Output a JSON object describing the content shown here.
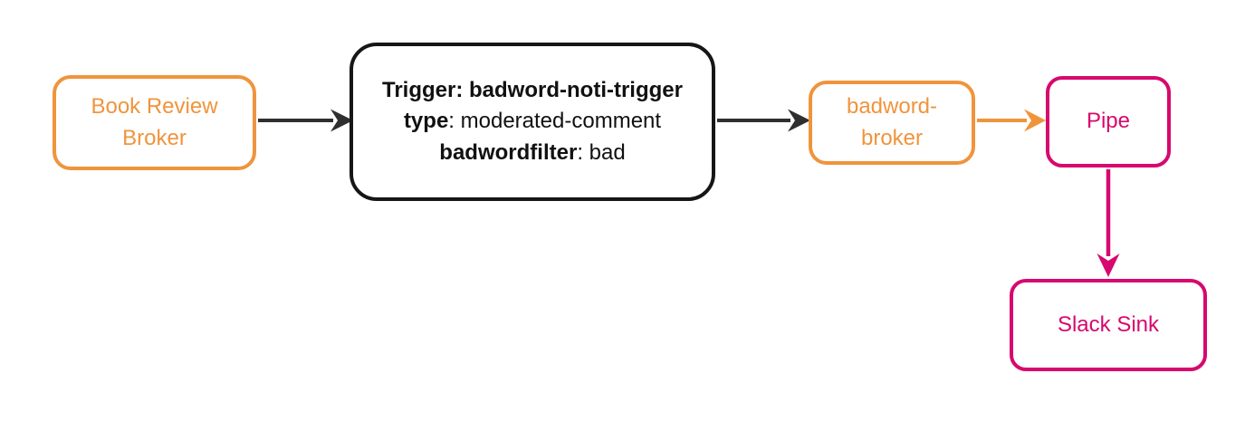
{
  "diagram": {
    "type": "flow-diagram",
    "background": "#FFFFFF",
    "colors": {
      "node_orange": "#F0943C",
      "node_pink": "#D7086E",
      "node_black": "#161616",
      "edge_black": "#2F2F2F",
      "text_black": "#111111",
      "bg": "#FFFFFF"
    },
    "nodes": {
      "book_review_broker": {
        "label": "Book Review Broker",
        "style": "orange"
      },
      "trigger": {
        "style": "black",
        "lines": [
          {
            "bold": "Trigger: badword-noti-trigger",
            "rest": ""
          },
          {
            "bold": "type",
            "rest": ": moderated-comment"
          },
          {
            "bold": "badwordfilter",
            "rest": ": bad"
          }
        ]
      },
      "badword_broker": {
        "label": "badword-broker",
        "style": "orange"
      },
      "pipe": {
        "label": "Pipe",
        "style": "pink"
      },
      "slack_sink": {
        "label": "Slack Sink",
        "style": "pink"
      }
    },
    "edges": [
      {
        "from": "book_review_broker",
        "to": "trigger",
        "color": "black",
        "direction": "right"
      },
      {
        "from": "trigger",
        "to": "badword_broker",
        "color": "black",
        "direction": "right"
      },
      {
        "from": "badword_broker",
        "to": "pipe",
        "color": "orange",
        "direction": "right"
      },
      {
        "from": "pipe",
        "to": "slack_sink",
        "color": "pink",
        "direction": "down"
      }
    ]
  }
}
